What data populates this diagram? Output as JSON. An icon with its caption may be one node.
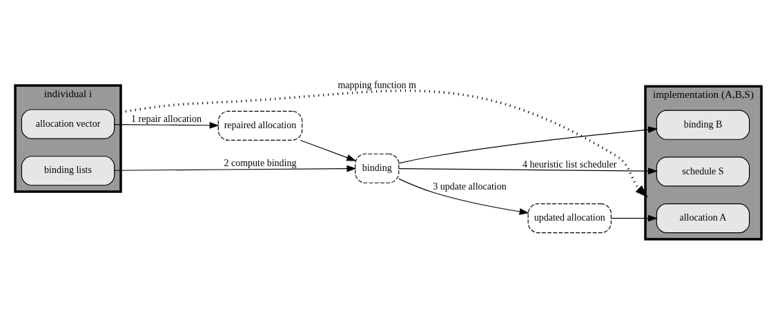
{
  "diagram": {
    "nodes": [
      {
        "text": [
          "individual i"
        ]
      },
      {
        "text": [
          "allocation vector"
        ],
        "in": 0
      },
      {
        "text": [
          "binding lists"
        ],
        "in": 0
      },
      {
        "text": [
          "implementation (A,B,S)"
        ]
      },
      {
        "text": [
          "allocation A"
        ],
        "in": 3
      },
      {
        "text": [
          "binding B"
        ],
        "in": 3
      },
      {
        "text": [
          "schedule S"
        ],
        "in": 3
      },
      {
        "text": [
          "repaired allocation"
        ]
      },
      {
        "text": [
          "updated allocation"
        ]
      },
      {
        "text": [
          "binding"
        ]
      }
    ],
    "edges": [
      {
        "from": 0,
        "to": 3,
        "arrow": "to",
        "label": "mapping function m",
        "style": "dashed"
      },
      {
        "from": 1,
        "to": 7,
        "arrow": "to",
        "label": "1 repair allocation"
      },
      {
        "from": 2,
        "to": 9,
        "arrow": "to",
        "label": "2 compute binding"
      },
      {
        "from": 7,
        "to": 9,
        "arrow": "to"
      },
      {
        "from": 9,
        "to": 8,
        "arrow": "to",
        "label": "3 update allocation"
      },
      {
        "from": 8,
        "to": 4,
        "arrow": "to"
      },
      {
        "from": 9,
        "to": 5,
        "arrow": "to"
      },
      {
        "from": 9,
        "to": 6,
        "arrow": "to",
        "label": "4 heuristic list scheduler"
      }
    ]
  }
}
